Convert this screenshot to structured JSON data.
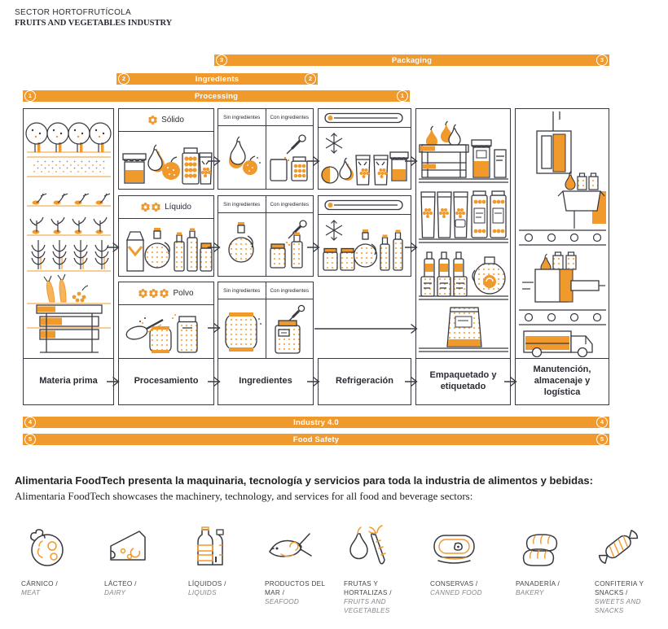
{
  "header": {
    "title_es": "SECTOR HORTOFRUTÍCOLA",
    "title_en": "FRUITS AND VEGETABLES INDUSTRY"
  },
  "colors": {
    "accent": "#F0992D",
    "line": "#383840"
  },
  "bars": {
    "packaging": {
      "number": "3",
      "label": "Packaging"
    },
    "ingredients": {
      "number": "2",
      "label": "Ingredients"
    },
    "processing": {
      "number": "1",
      "label": "Processing"
    },
    "industry40": {
      "number": "4",
      "label": "Industry 4.0"
    },
    "food_safety": {
      "number": "5",
      "label": "Food Safety"
    }
  },
  "diagram": {
    "stages": [
      {
        "label": "Materia prima"
      },
      {
        "label": "Procesamiento"
      },
      {
        "label": "Ingredientes"
      },
      {
        "label": "Refrigeración"
      },
      {
        "label": "Empaquetado y etiquetado"
      },
      {
        "label": "Manutención, almacenaje y logística"
      }
    ],
    "processing_types": [
      {
        "name": "Sólido",
        "level": 1
      },
      {
        "name": "Líquido",
        "level": 2
      },
      {
        "name": "Polvo",
        "level": 3
      }
    ],
    "ingredient_options": {
      "without": "Sin ingredientes",
      "with": "Con ingredientes"
    }
  },
  "intro": {
    "es": "Alimentaria FoodTech presenta la maquinaria, tecnología y servicios para toda la industria de alimentos y bebidas:",
    "en": "Alimentaria FoodTech showcases the machinery, technology, and services for all food and beverage sectors:"
  },
  "categories": [
    {
      "icon": "meat-icon",
      "label_es": "CÁRNICO /",
      "label_en": "MEAT"
    },
    {
      "icon": "dairy-icon",
      "label_es": "LÁCTEO /",
      "label_en": "DAIRY"
    },
    {
      "icon": "liquids-icon",
      "label_es": "LÍQUIDOS /",
      "label_en": "LIQUIDS"
    },
    {
      "icon": "seafood-icon",
      "label_es": "PRODUCTOS DEL MAR /",
      "label_en": "SEAFOOD"
    },
    {
      "icon": "fruits-vegetables-icon",
      "label_es": "FRUTAS Y HORTALIZAS /",
      "label_en": "FRUITS AND VEGETABLES"
    },
    {
      "icon": "canned-food-icon",
      "label_es": "CONSERVAS /",
      "label_en": "CANNED FOOD"
    },
    {
      "icon": "bakery-icon",
      "label_es": "PANADERÍA /",
      "label_en": "BAKERY"
    },
    {
      "icon": "sweets-snacks-icon",
      "label_es": "CONFITERIA Y SNACKS /",
      "label_en": "SWEETS AND SNACKS"
    }
  ]
}
